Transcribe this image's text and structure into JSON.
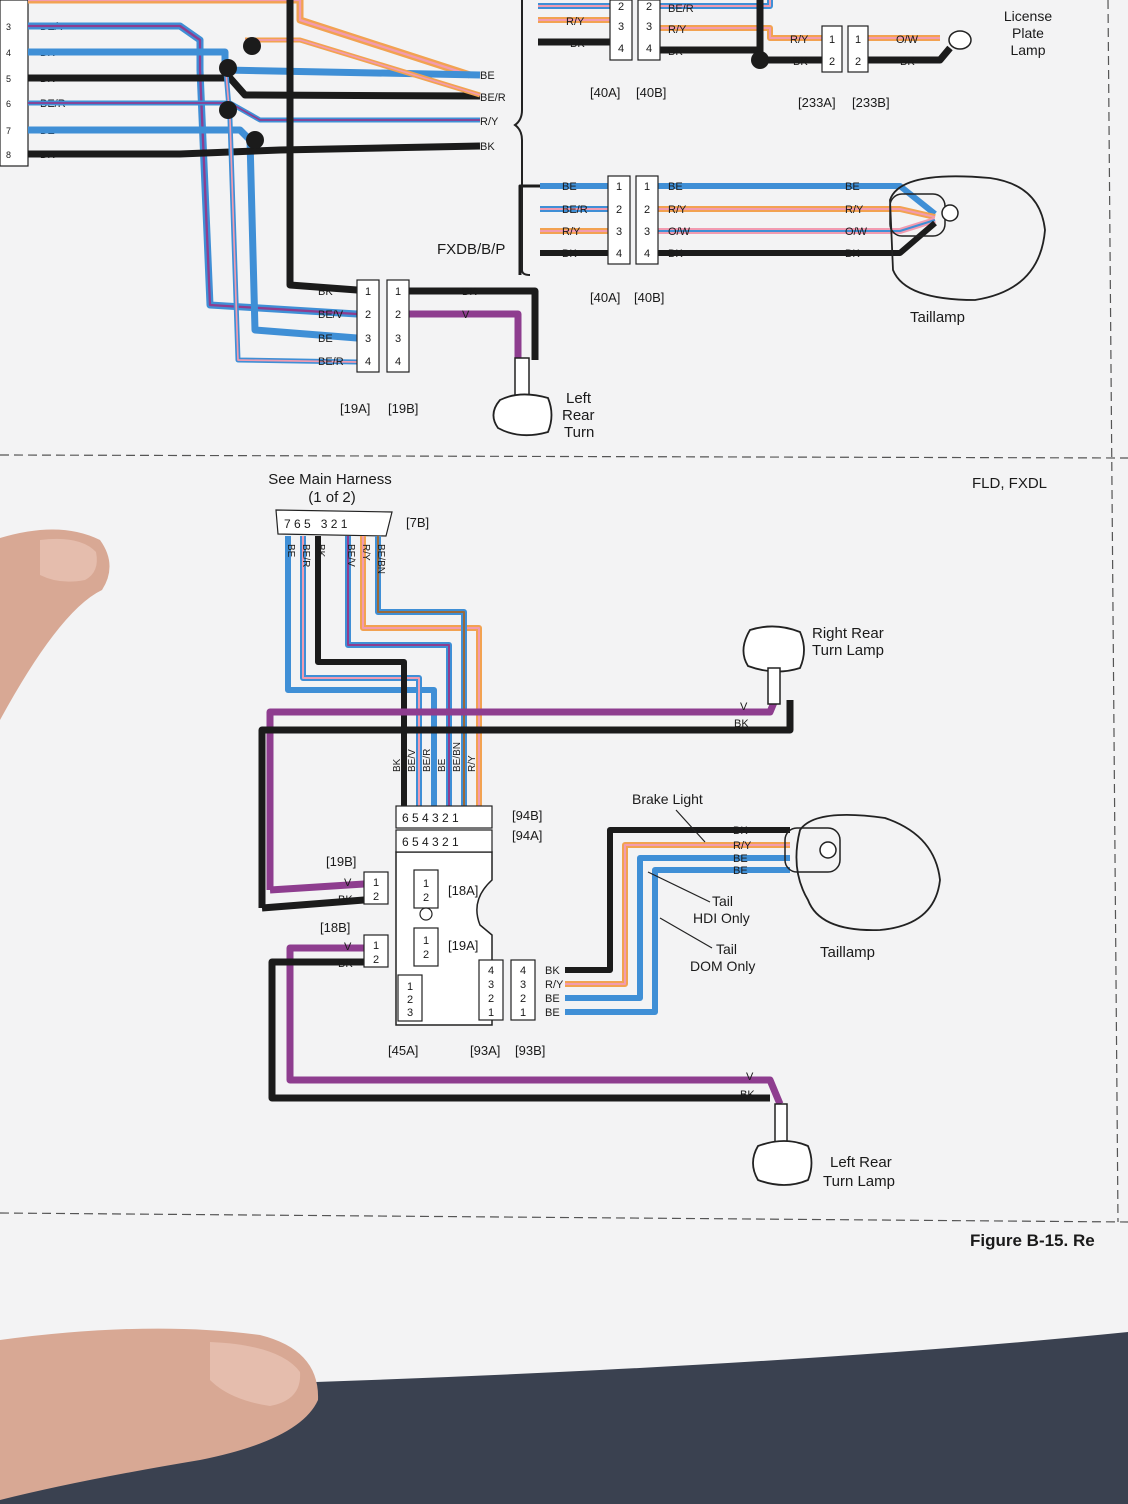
{
  "colors": {
    "BK": "#1b1b1b",
    "BE": "#3f8fd6",
    "V": "#8e3d8f",
    "ORANGE": "#f2a251",
    "PINK": "#f29bb0",
    "BROWN": "#9a6a3c",
    "paper": "#f3f3f4",
    "table": "#3a4150",
    "skin": "#d8a894"
  },
  "top_panel": {
    "left_connector_pins": [
      {
        "pin": "3",
        "label": "BE/V"
      },
      {
        "pin": "4",
        "label": "BK"
      },
      {
        "pin": "5",
        "label": "BK"
      },
      {
        "pin": "6",
        "label": "BE/R"
      },
      {
        "pin": "7",
        "label": "BE"
      },
      {
        "pin": "8",
        "label": "BK"
      }
    ],
    "bus_labels": [
      "BE",
      "BE/R",
      "R/Y",
      "BK"
    ],
    "connector_40_upper": {
      "pins": [
        "2",
        "3",
        "4"
      ],
      "left_labels": [
        "R/Y",
        "BK"
      ],
      "right_labels": [
        "BE/R",
        "R/Y",
        "BK"
      ],
      "label_a": "[40A]",
      "label_b": "[40B]"
    },
    "connector_233": {
      "pins": [
        "1",
        "2"
      ],
      "left_labels": [
        "R/Y",
        "BK"
      ],
      "right_labels": [
        "O/W",
        "BK"
      ],
      "label_a": "[233A]",
      "label_b": "[233B]"
    },
    "license_plate_lamp": [
      "License",
      "Plate",
      "Lamp"
    ],
    "model_label": "FXDB/B/P",
    "connector_40_lower": {
      "pins": [
        "1",
        "2",
        "3",
        "4"
      ],
      "left_labels": [
        "BE",
        "BE/R",
        "R/Y",
        "BK"
      ],
      "right_labels": [
        "BE",
        "R/Y",
        "O/W",
        "BK"
      ],
      "label_a": "[40A]",
      "label_b": "[40B]"
    },
    "taillamp_wires": [
      "BE",
      "R/Y",
      "O/W",
      "BK"
    ],
    "taillamp_label": "Taillamp",
    "connector_19": {
      "pins": [
        "1",
        "2",
        "3",
        "4"
      ],
      "left_labels": [
        "BK",
        "BE/V",
        "BE",
        "BE/R"
      ],
      "right_labels": [
        "BK",
        "V"
      ],
      "label_a": "[19A]",
      "label_b": "[19B]"
    },
    "left_rear_turn": [
      "Left",
      "Rear",
      "Turn"
    ]
  },
  "bottom_panel": {
    "see_main_harness": [
      "See Main Harness",
      "(1 of 2)"
    ],
    "model_label": "FLD, FXDL",
    "connector_7b": {
      "pins": "7 6 5   3 2 1",
      "label": "[7B]"
    },
    "harness_wires": [
      "BE",
      "BE/R",
      "BK",
      "BE/V",
      "R/Y",
      "BE/BN"
    ],
    "right_rear_turn": [
      "Right Rear",
      "Turn Lamp"
    ],
    "right_turn_wires": [
      "V",
      "BK"
    ],
    "module_wires": [
      "BK",
      "BE/V",
      "BE/R",
      "BE",
      "BE/BN",
      "R/Y"
    ],
    "connector_94": {
      "pins": "6 5 4 3 2 1",
      "label_b": "[94B]",
      "label_a": "[94A]"
    },
    "connector_19b": {
      "label": "[19B]",
      "wires": [
        "V",
        "BK"
      ],
      "pins": [
        "1",
        "2"
      ]
    },
    "connector_18b": {
      "label": "[18B]",
      "wires": [
        "V",
        "BK"
      ],
      "pins": [
        "1",
        "2"
      ]
    },
    "module_18a": {
      "pins": [
        "1",
        "2"
      ],
      "label": "[18A]"
    },
    "module_19a": {
      "pins": [
        "1",
        "2"
      ],
      "label": "[19A]"
    },
    "module_45a": {
      "pins": [
        "1",
        "2",
        "3"
      ],
      "label": "[45A]"
    },
    "connector_93": {
      "pins": [
        "4",
        "3",
        "2",
        "1"
      ],
      "label_a": "[93A]",
      "label_b": "[93B]",
      "wires": [
        "BK",
        "R/Y",
        "BE",
        "BE"
      ]
    },
    "brake_light": "Brake Light",
    "tail_hdi": [
      "Tail",
      "HDI Only"
    ],
    "tail_dom": [
      "Tail",
      "DOM Only"
    ],
    "taillamp_wires": [
      "BK",
      "R/Y",
      "BE",
      "BE"
    ],
    "taillamp_label": "Taillamp",
    "left_turn_wires": [
      "V",
      "BK"
    ],
    "left_rear_turn": [
      "Left Rear",
      "Turn Lamp"
    ]
  },
  "figure_caption": "Figure B-15. Re"
}
